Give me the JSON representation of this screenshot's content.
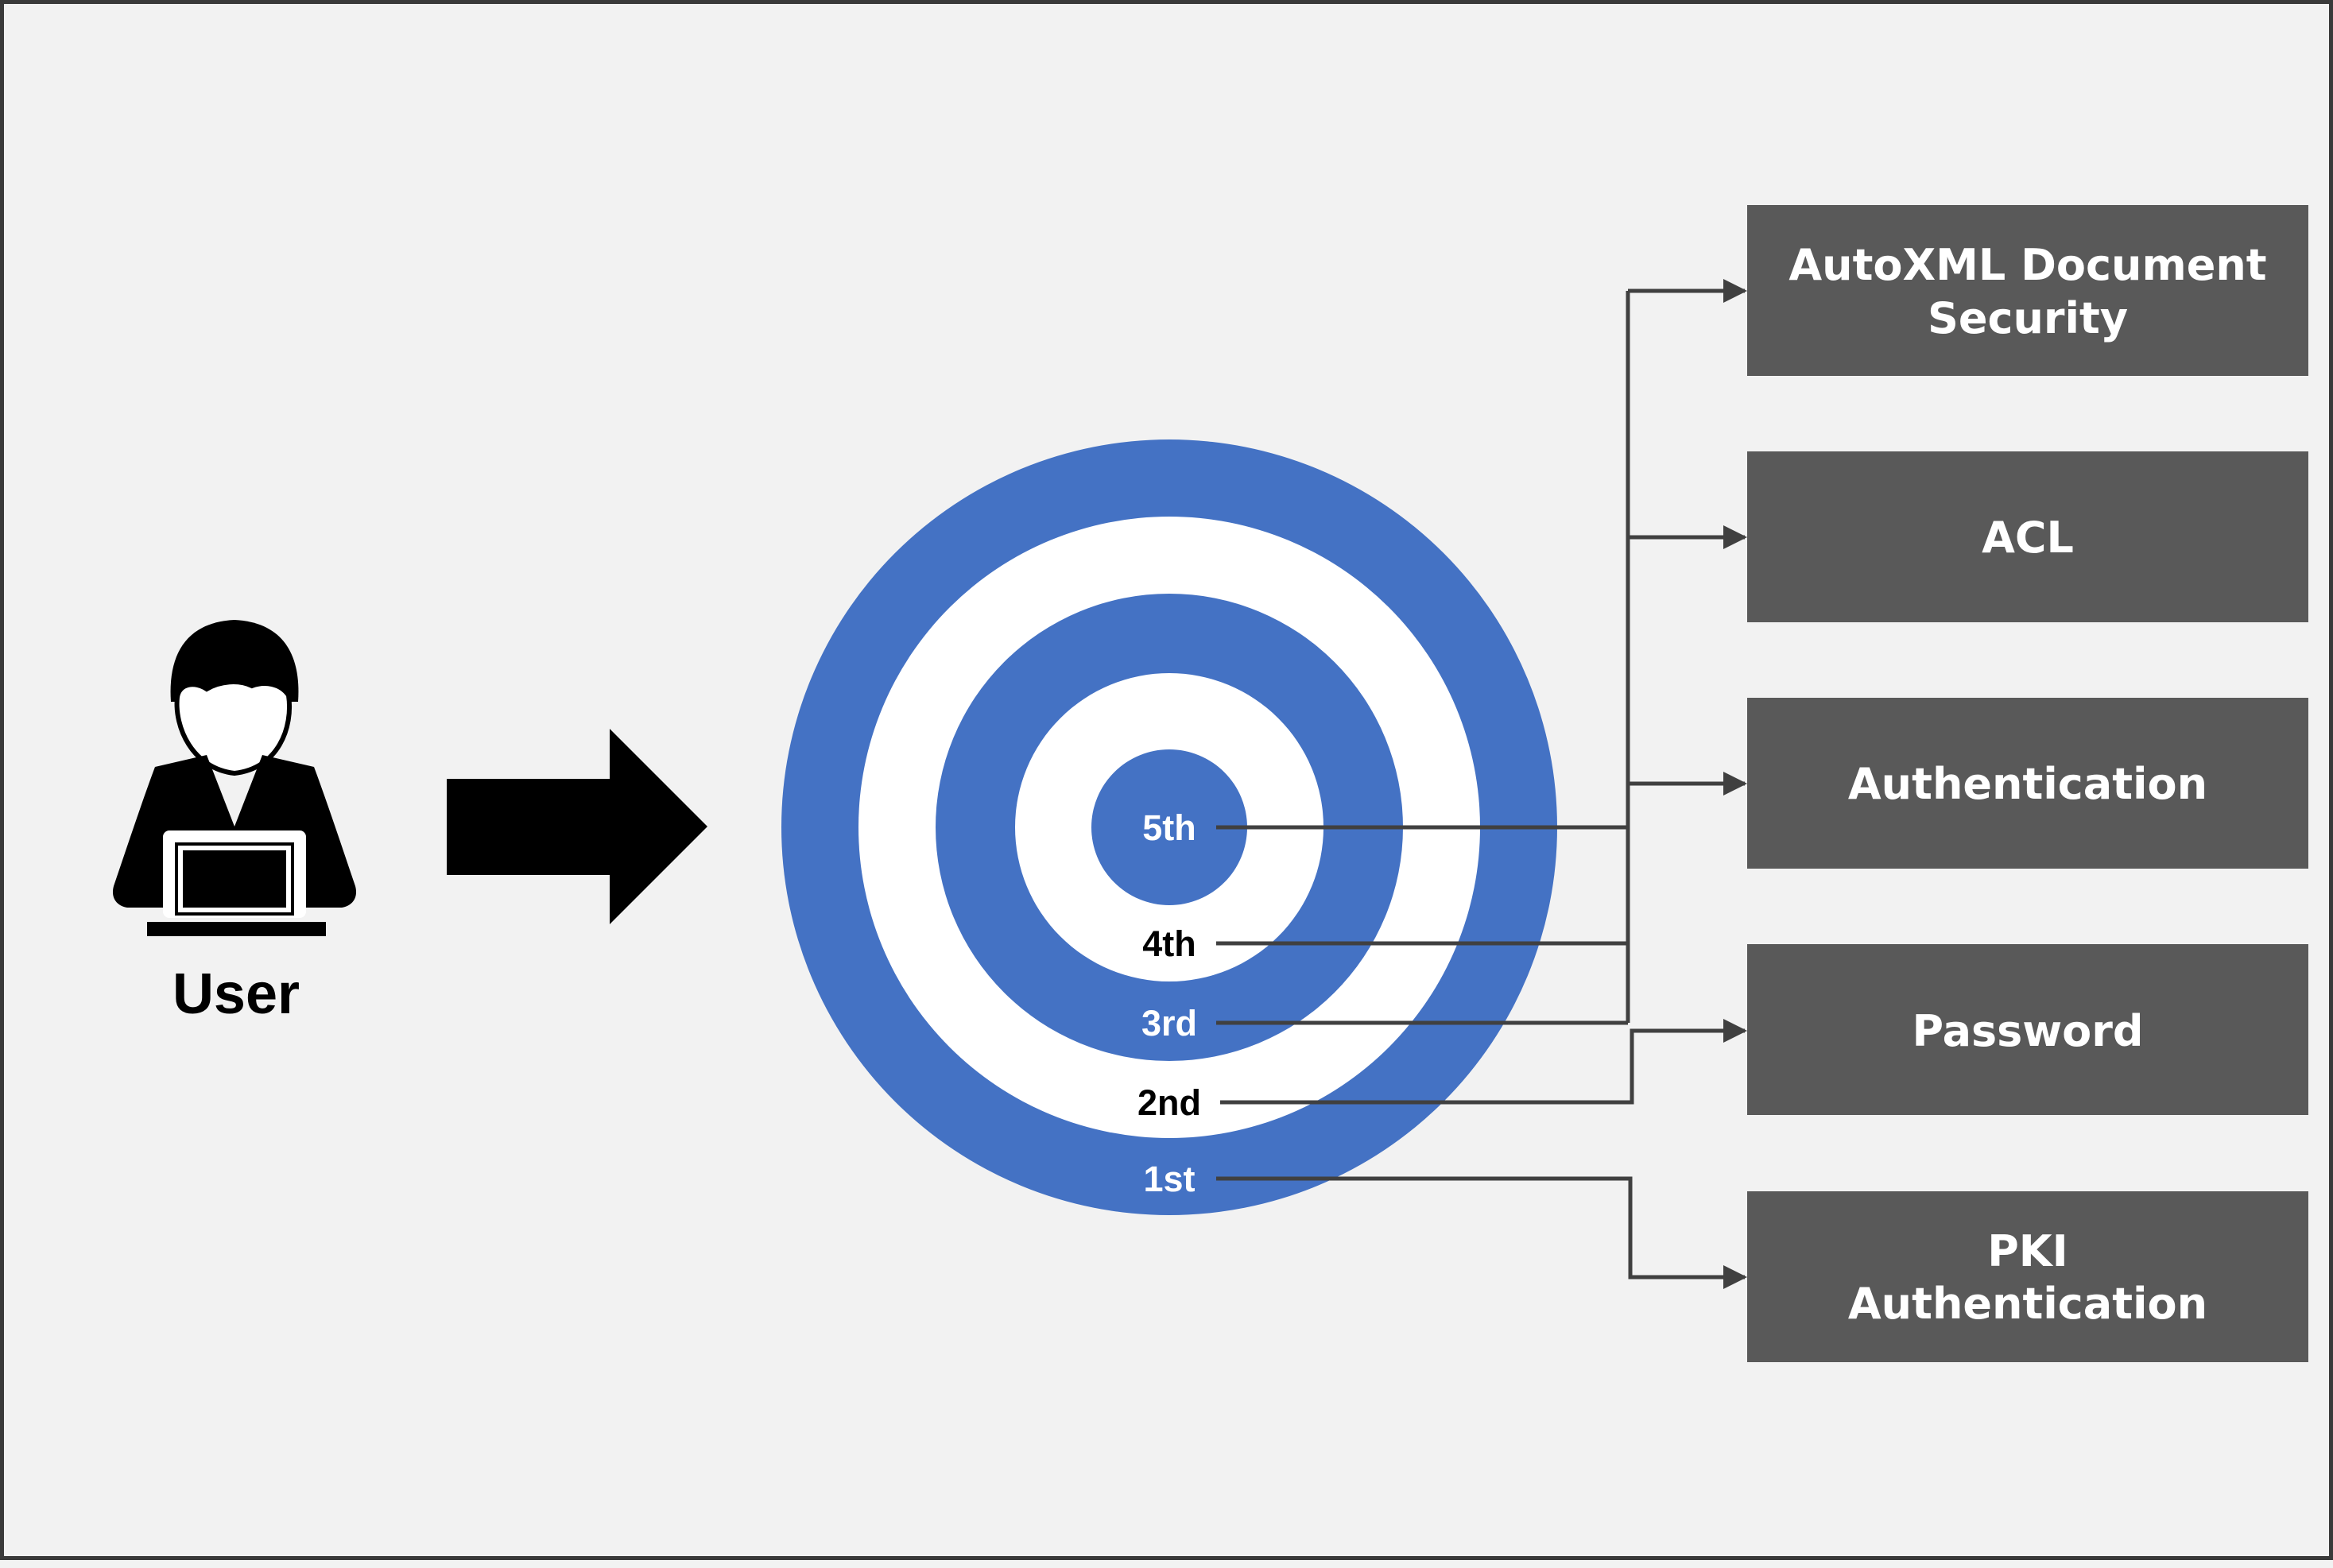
{
  "user": {
    "label": "User",
    "icon": "user-with-laptop-icon"
  },
  "flow_arrow": {
    "icon": "right-arrow-icon"
  },
  "target": {
    "icon": "target-rings",
    "colors": {
      "blue": "#4472c4",
      "white": "#ffffff"
    },
    "layers": [
      {
        "id": "1st",
        "label": "1st",
        "label_color": "#ffffff"
      },
      {
        "id": "2nd",
        "label": "2nd",
        "label_color": "#000000"
      },
      {
        "id": "3rd",
        "label": "3rd",
        "label_color": "#ffffff"
      },
      {
        "id": "4th",
        "label": "4th",
        "label_color": "#000000"
      },
      {
        "id": "5th",
        "label": "5th",
        "label_color": "#ffffff"
      }
    ]
  },
  "security_boxes": {
    "fill": "#595959",
    "text_color": "#ffffff",
    "items": [
      {
        "id": "autoxml",
        "lines": [
          "AutoXML Document",
          "Security"
        ]
      },
      {
        "id": "acl",
        "lines": [
          "ACL"
        ]
      },
      {
        "id": "authentication",
        "lines": [
          "Authentication"
        ]
      },
      {
        "id": "password",
        "lines": [
          "Password"
        ]
      },
      {
        "id": "pki",
        "lines": [
          "PKI",
          "Authentication"
        ]
      }
    ]
  },
  "connectors": {
    "color": "#404040"
  }
}
